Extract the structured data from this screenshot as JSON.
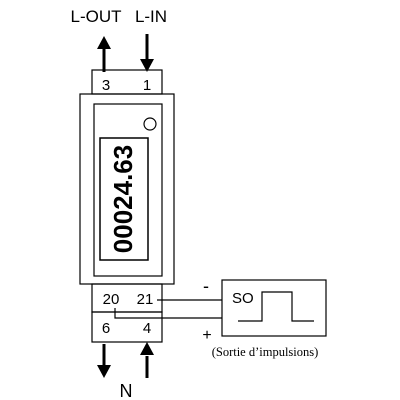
{
  "labels": {
    "l_out": "L-OUT",
    "l_in": "L-IN",
    "neutral": "N",
    "so": "SO",
    "minus": "-",
    "plus": "+",
    "pulse_output": "(Sortie d’impulsions)"
  },
  "terminals": {
    "top_left": "3",
    "top_right": "1",
    "mid_left": "20",
    "mid_right": "21",
    "bottom_left": "6",
    "bottom_right": "4"
  },
  "display": {
    "reading": "00024.63"
  },
  "colors": {
    "line": "#000000",
    "background": "#ffffff"
  }
}
